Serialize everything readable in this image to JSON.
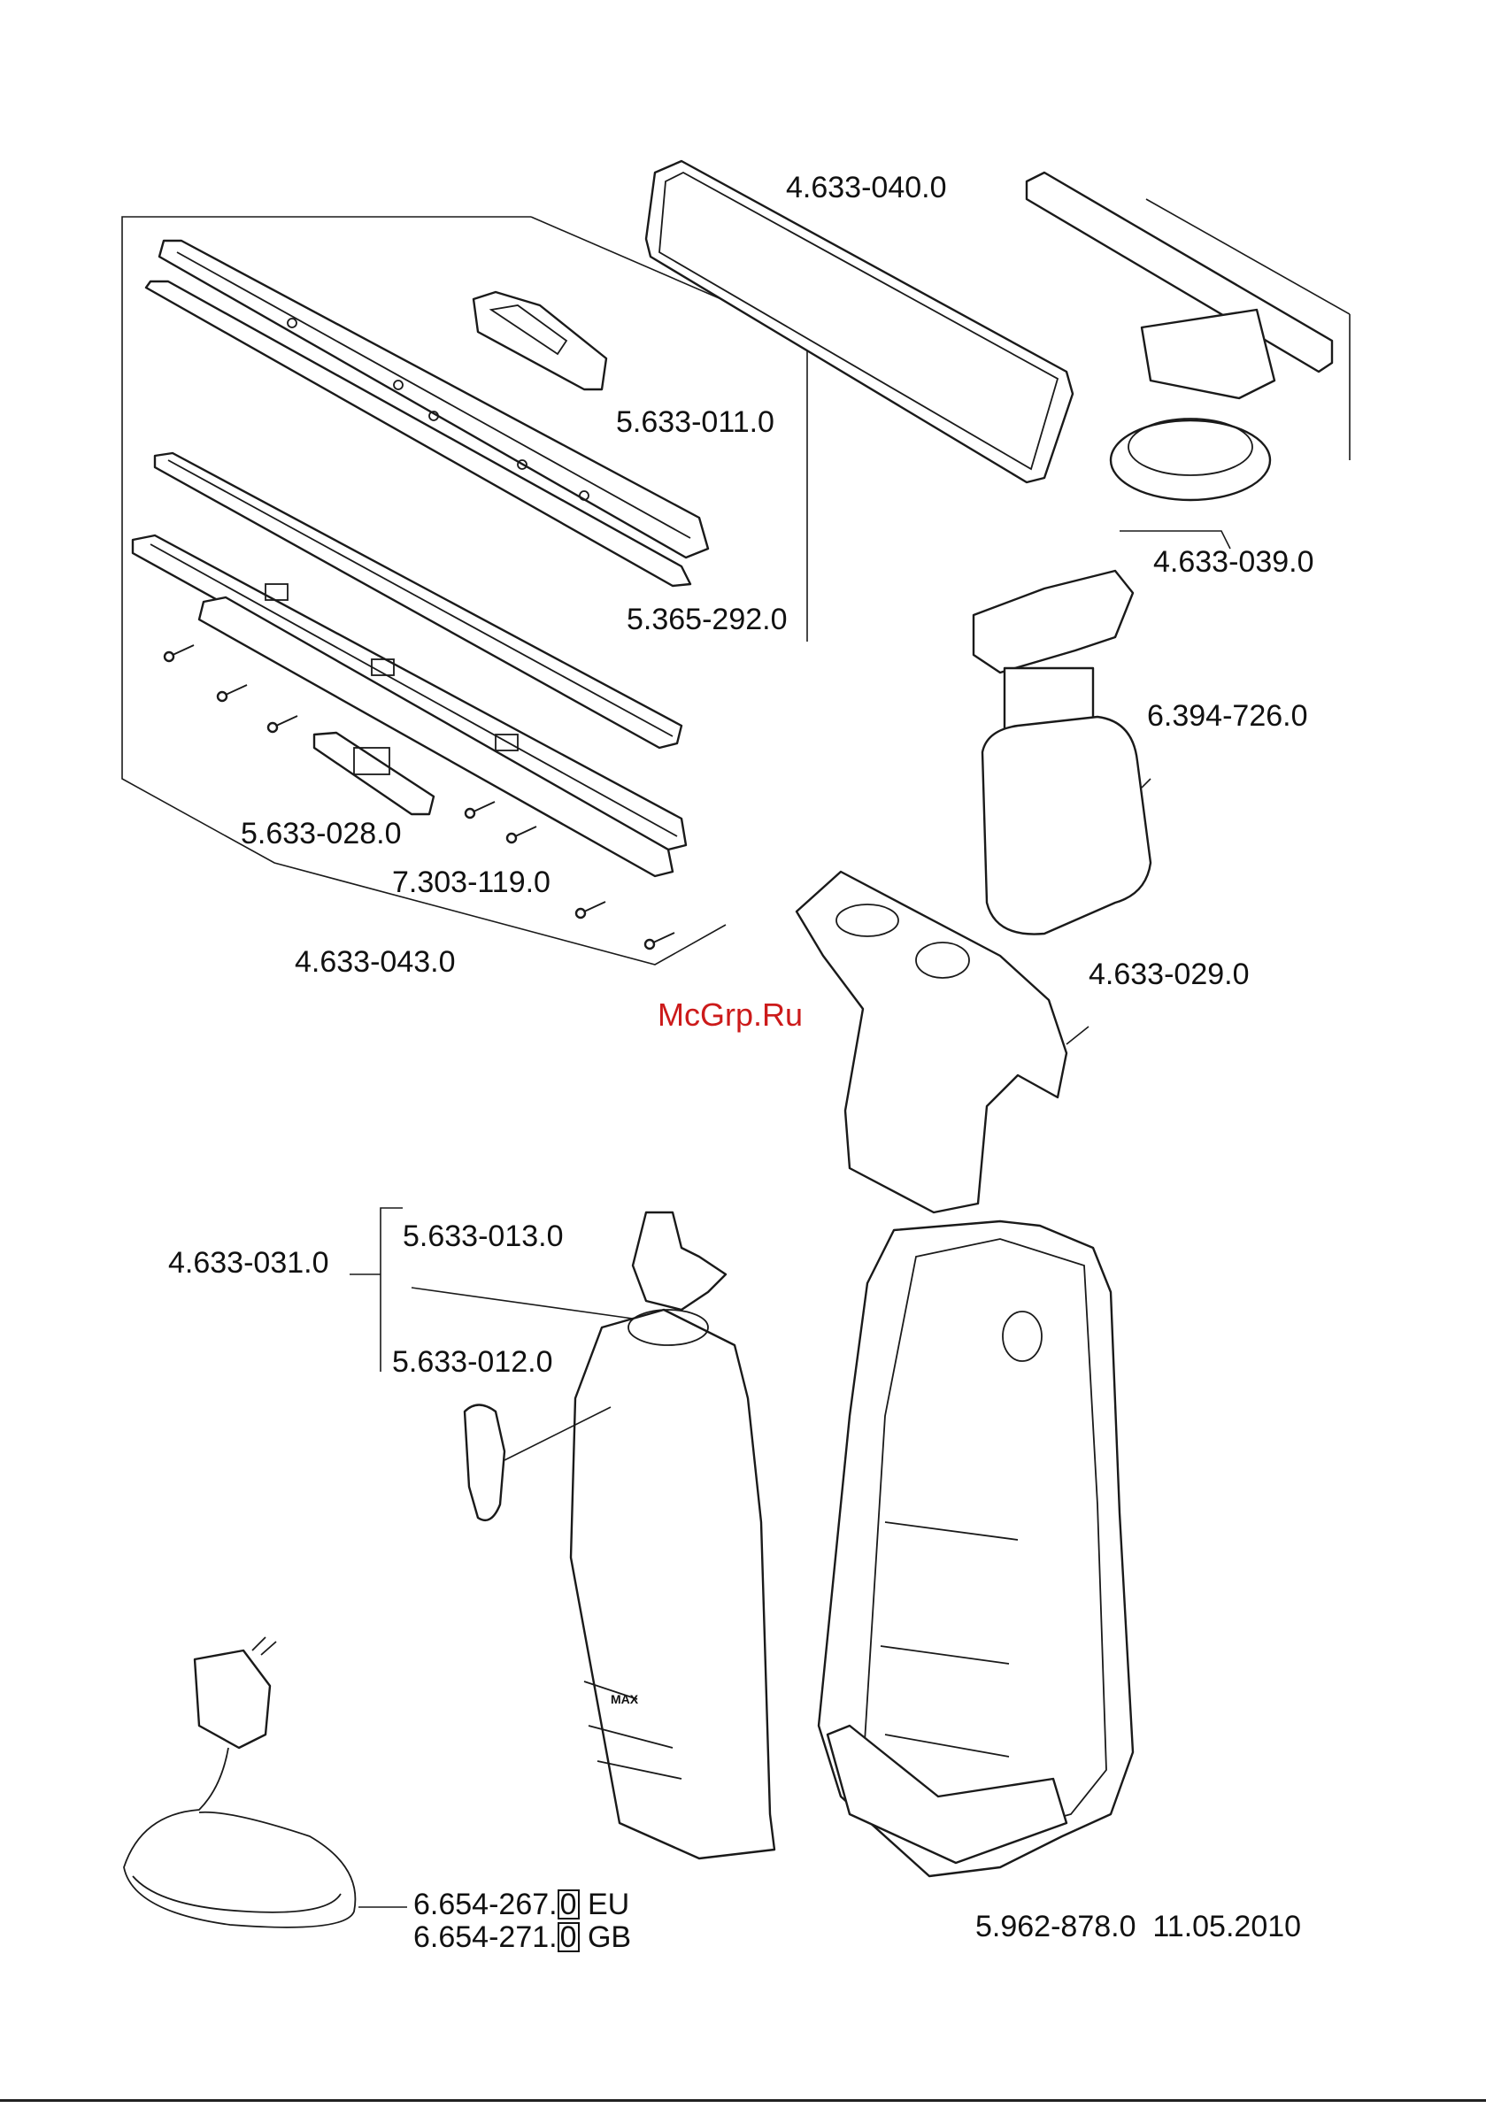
{
  "labels": {
    "squeegee_blade_kit": "4.633-040.0",
    "cleaning_pad_holder": "4.633-039.0",
    "blade_clip": "5.633-011.0",
    "squeegee_blade": "5.365-292.0",
    "spray_bottle": "6.394-726.0",
    "housing_cover": "4.633-029.0",
    "blade_clamp": "5.633-028.0",
    "screw": "7.303-119.0",
    "squeegee_assembly": "4.633-043.0",
    "valve": "5.633-013.0",
    "tank_assembly": "4.633-031.0",
    "tank_latch": "5.633-012.0",
    "charger_eu_number": "6.654-267.",
    "charger_eu_index": "0",
    "charger_eu_region": "EU",
    "charger_gb_number": "6.654-271.",
    "charger_gb_index": "0",
    "charger_gb_region": "GB",
    "document_number": "5.962-878.0",
    "document_date": "11.05.2010"
  },
  "watermark": "McGrp.Ru",
  "tank_marking": "MAX",
  "colors": {
    "line": "#1a1a1a",
    "watermark": "#cc1a1a",
    "background": "#ffffff"
  }
}
